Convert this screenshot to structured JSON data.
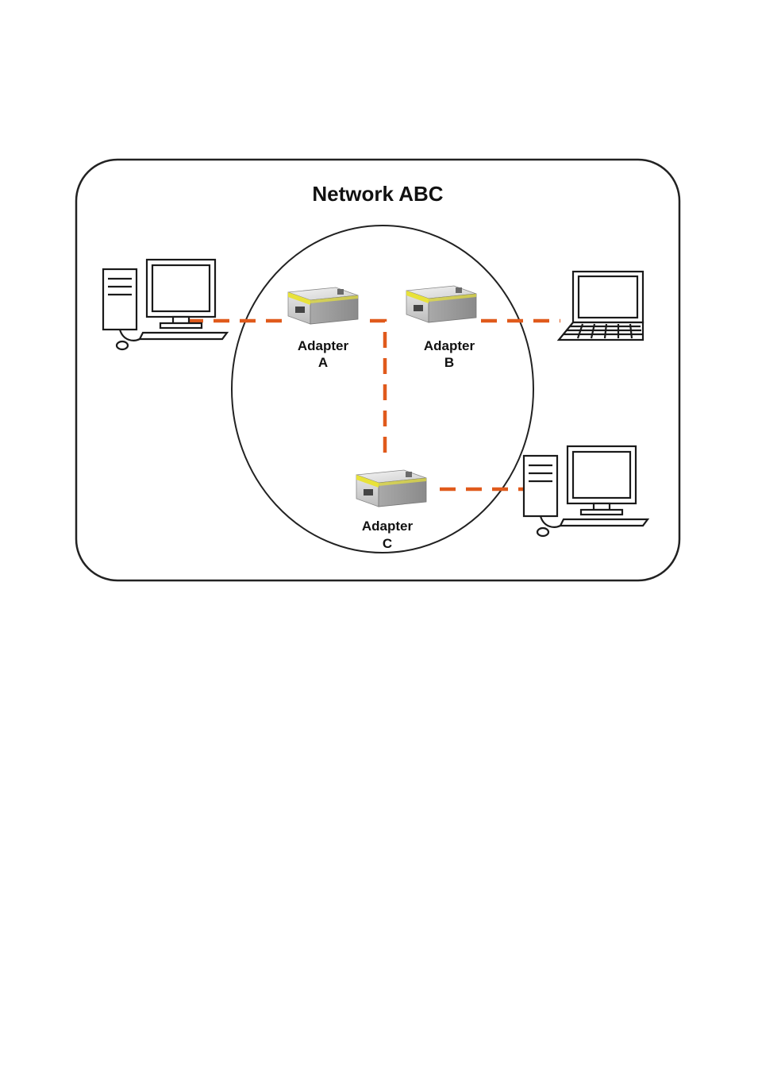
{
  "diagram": {
    "title": "Network ABC",
    "link_color": "#e05a1c",
    "adapter_accent": "#e8e23a",
    "adapters": [
      {
        "id": "a",
        "label_line1": "Adapter",
        "label_line2": "A"
      },
      {
        "id": "b",
        "label_line1": "Adapter",
        "label_line2": "B"
      },
      {
        "id": "c",
        "label_line1": "Adapter",
        "label_line2": "C"
      }
    ],
    "devices": [
      {
        "id": "desktop-left",
        "icon": "desktop-computer-icon",
        "connects_to": "a"
      },
      {
        "id": "laptop-right",
        "icon": "laptop-icon",
        "connects_to": "b"
      },
      {
        "id": "desktop-bottom-right",
        "icon": "desktop-computer-icon",
        "connects_to": "c"
      }
    ],
    "adapter_links": [
      {
        "from": "a",
        "to": "c"
      }
    ]
  }
}
